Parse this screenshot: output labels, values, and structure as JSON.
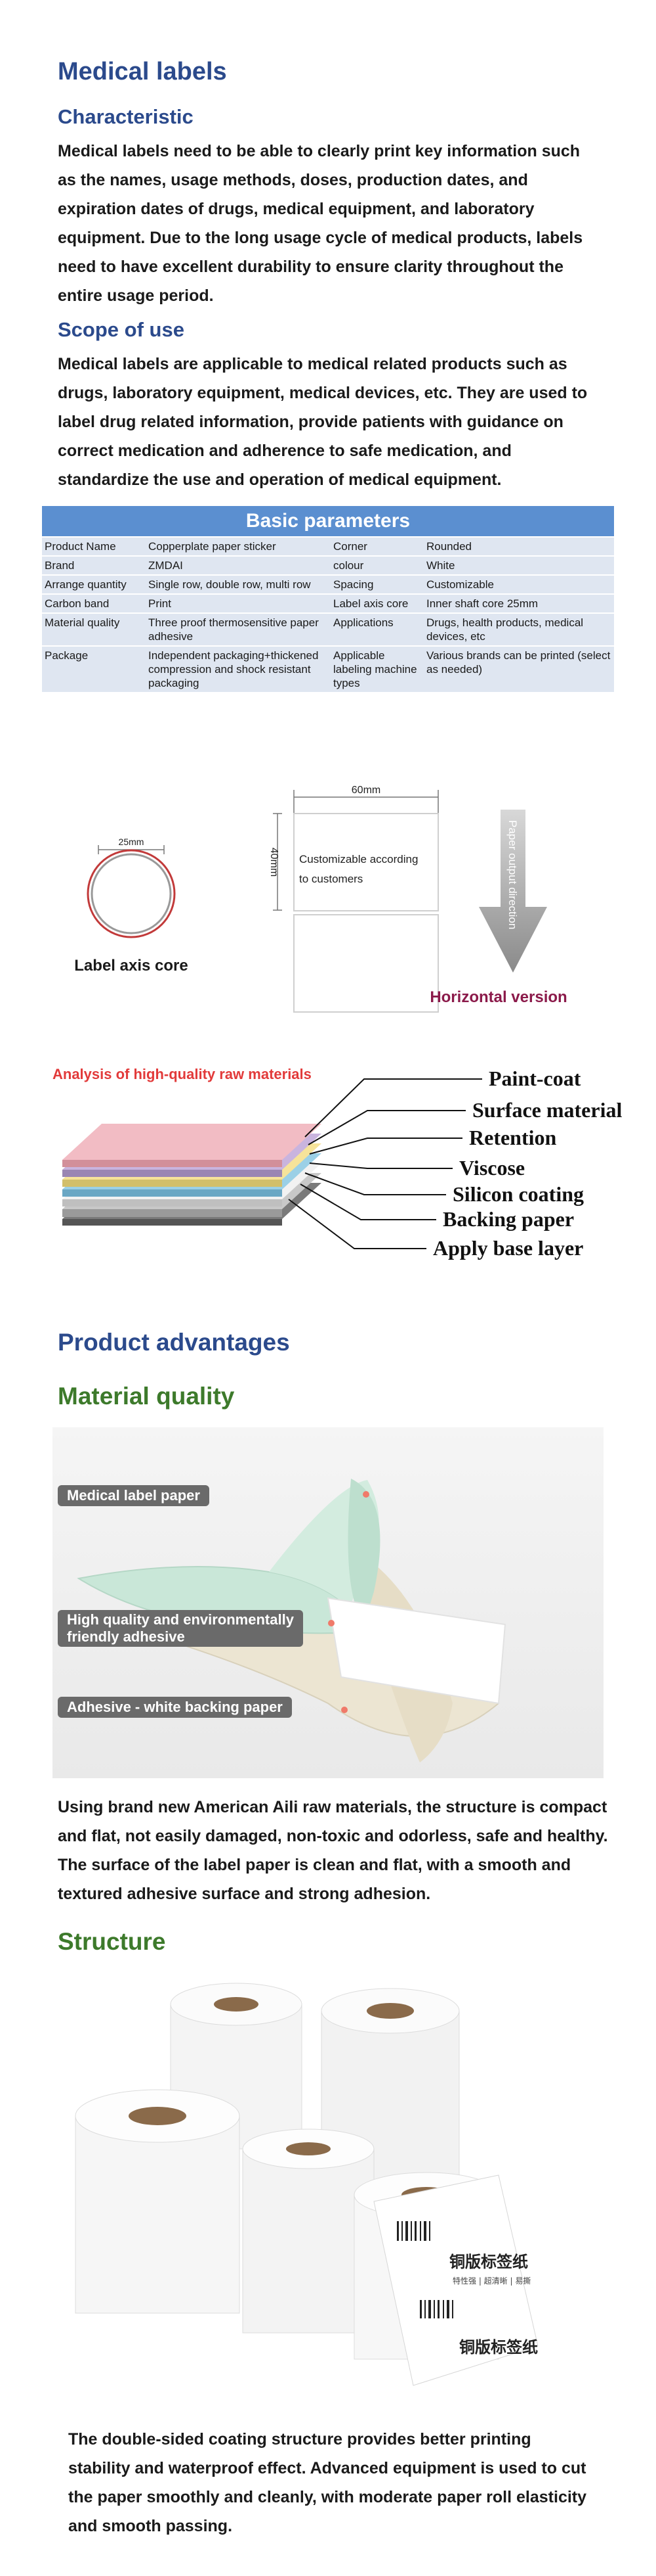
{
  "title": "Medical labels",
  "characteristic": {
    "heading": "Characteristic",
    "lines": [
      "Medical labels need to be able to clearly print key information such",
      "as the names, usage methods, doses, production dates, and",
      "expiration dates of drugs, medical equipment, and laboratory",
      "equipment. Due to the long usage cycle of medical products, labels",
      "need to have excellent durability to ensure clarity throughout the",
      "entire usage period."
    ]
  },
  "scope": {
    "heading": "Scope of use",
    "lines": [
      "Medical labels are applicable to medical related products such as",
      "drugs, laboratory equipment, medical devices, etc. They are used to",
      "label drug related information, provide patients with guidance on",
      "correct medication and adherence to safe medication, and",
      "standardize the use and operation of medical equipment."
    ]
  },
  "params": {
    "title": "Basic parameters",
    "rows": [
      [
        "Product Name",
        "Copperplate paper sticker",
        "Corner",
        "Rounded"
      ],
      [
        "Brand",
        "ZMDAI",
        "colour",
        "White"
      ],
      [
        "Arrange quantity",
        "Single row, double row, multi row",
        "Spacing",
        "Customizable"
      ],
      [
        "Carbon band",
        "Print",
        "Label axis core",
        "Inner shaft core 25mm"
      ],
      [
        "Material quality",
        "Three proof thermosensitive paper adhesive",
        "Applications",
        "Drugs, health products, medical devices, etc"
      ],
      [
        "Package",
        "Independent packaging+thickened compression and shock resistant packaging",
        "Applicable labeling machine types",
        "Various brands can be printed (select as needed)"
      ]
    ]
  },
  "diagram": {
    "core_dim": "25mm",
    "core_label": "Label axis core",
    "width_dim": "60mm",
    "height_dim": "40mm",
    "custom_text_1": "Customizable according",
    "custom_text_2": "to customers",
    "direction": "Paper output direction",
    "orientation": "Horizontal version"
  },
  "layers": {
    "heading": "Analysis of high-quality raw materials",
    "labels": [
      "Paint-coat",
      "Surface material",
      "Retention",
      "Viscose",
      "Silicon coating",
      "Backing paper",
      "Apply base layer"
    ]
  },
  "advantages": {
    "heading": "Product advantages",
    "material_heading": "Material quality",
    "callouts": [
      "Medical label paper",
      "High quality and environmentally",
      "friendly adhesive",
      "Adhesive - white backing paper"
    ],
    "material_lines": [
      "Using brand new American Aili raw materials, the structure is compact",
      "and flat, not easily damaged, non-toxic and odorless, safe and healthy.",
      "The surface of the label paper is clean and flat, with a smooth and",
      "textured adhesive surface and strong adhesion."
    ],
    "structure_heading": "Structure",
    "label_big": "铜版标签纸",
    "label_small": "特性强 | 超清晰 | 易撕",
    "structure_lines": [
      "The double-sided coating structure provides better printing",
      "stability and waterproof effect. Advanced equipment is used to cut",
      "the paper smoothly and cleanly, with moderate paper roll elasticity",
      "and smooth passing."
    ]
  }
}
